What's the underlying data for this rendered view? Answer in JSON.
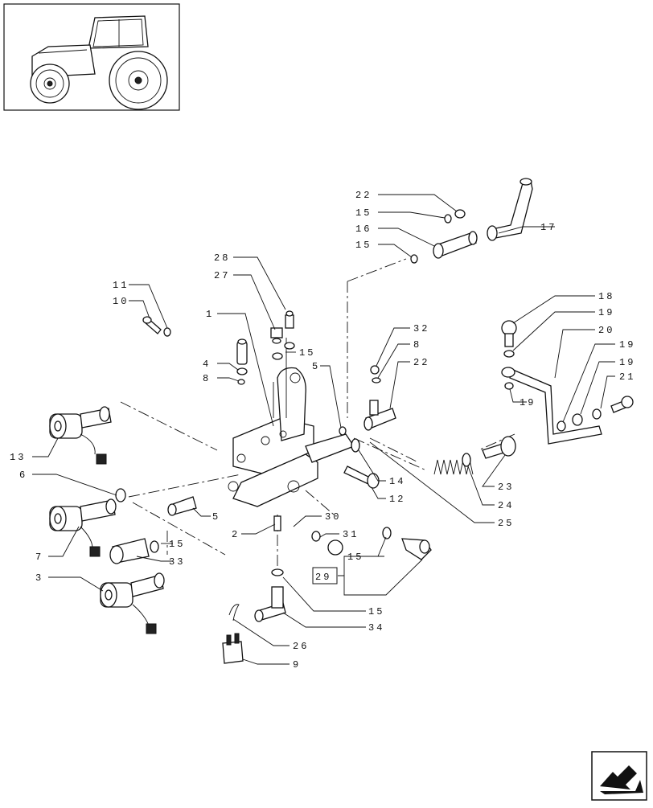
{
  "page": {
    "background": "#ffffff",
    "ink": "#111111"
  },
  "thumbnail": {
    "icon": "tractor-icon"
  },
  "nav": {
    "icon": "next-page-arrow-icon"
  },
  "callouts": [
    {
      "id": "c22a",
      "text": "22"
    },
    {
      "id": "c15a",
      "text": "15"
    },
    {
      "id": "c16",
      "text": "16"
    },
    {
      "id": "c15b",
      "text": "15"
    },
    {
      "id": "c17",
      "text": "17"
    },
    {
      "id": "c28",
      "text": "28"
    },
    {
      "id": "c27",
      "text": "27"
    },
    {
      "id": "c15c",
      "text": "15"
    },
    {
      "id": "c11",
      "text": "11"
    },
    {
      "id": "c10",
      "text": "10"
    },
    {
      "id": "c1",
      "text": "1"
    },
    {
      "id": "c4",
      "text": "4"
    },
    {
      "id": "c8a",
      "text": "8"
    },
    {
      "id": "c32",
      "text": "32"
    },
    {
      "id": "c8b",
      "text": "8"
    },
    {
      "id": "c22b",
      "text": "22"
    },
    {
      "id": "c18",
      "text": "18"
    },
    {
      "id": "c19a",
      "text": "19"
    },
    {
      "id": "c20",
      "text": "20"
    },
    {
      "id": "c19b",
      "text": "19"
    },
    {
      "id": "c19c",
      "text": "19"
    },
    {
      "id": "c21",
      "text": "21"
    },
    {
      "id": "c19d",
      "text": "19"
    },
    {
      "id": "c5a",
      "text": "5"
    },
    {
      "id": "c13",
      "text": "13"
    },
    {
      "id": "c6",
      "text": "6"
    },
    {
      "id": "c14",
      "text": "14"
    },
    {
      "id": "c12",
      "text": "12"
    },
    {
      "id": "c23",
      "text": "23"
    },
    {
      "id": "c24",
      "text": "24"
    },
    {
      "id": "c25",
      "text": "25"
    },
    {
      "id": "c5b",
      "text": "5"
    },
    {
      "id": "c30",
      "text": "30"
    },
    {
      "id": "c2",
      "text": "2"
    },
    {
      "id": "c31",
      "text": "31"
    },
    {
      "id": "c15d",
      "text": "15"
    },
    {
      "id": "c7",
      "text": "7"
    },
    {
      "id": "c33",
      "text": "33"
    },
    {
      "id": "c15e",
      "text": "15"
    },
    {
      "id": "c29",
      "text": "29"
    },
    {
      "id": "c3",
      "text": "3"
    },
    {
      "id": "c15f",
      "text": "15"
    },
    {
      "id": "c34",
      "text": "34"
    },
    {
      "id": "c26",
      "text": "26"
    },
    {
      "id": "c9",
      "text": "9"
    }
  ]
}
